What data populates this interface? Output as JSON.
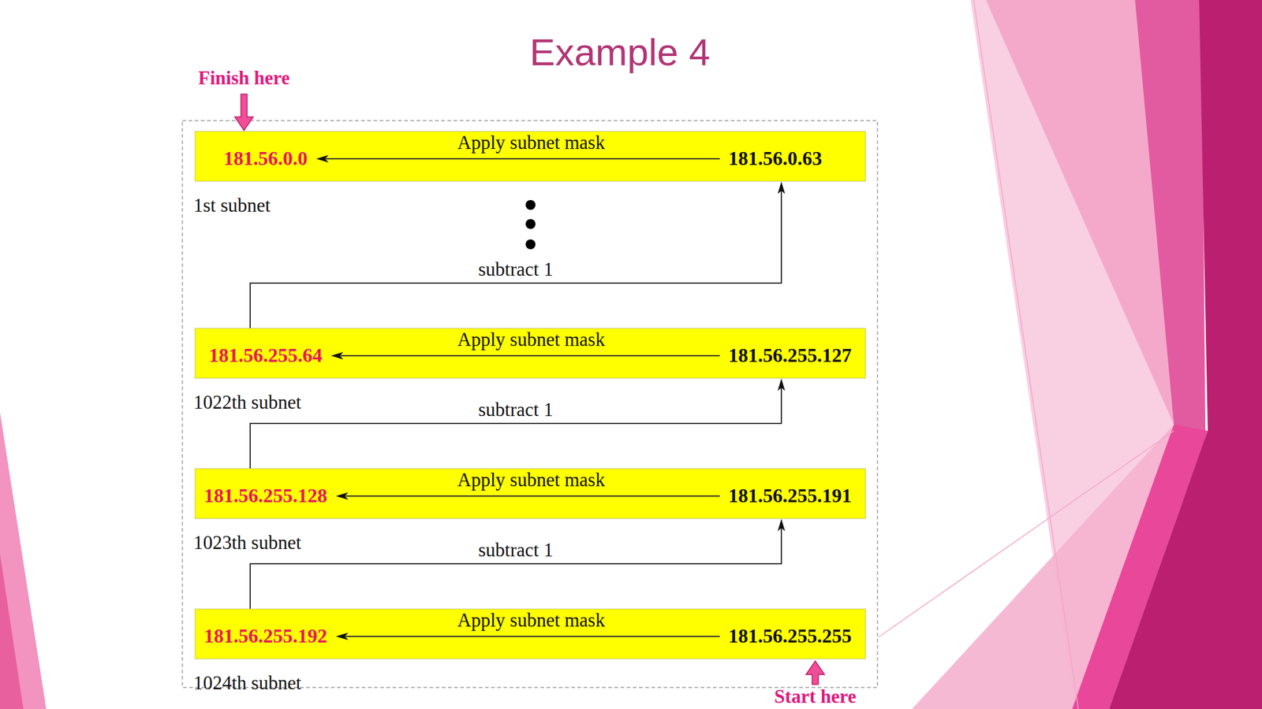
{
  "diagram": {
    "title": "Example 4",
    "nodes": [
      {
        "text": [
          "181.56.0.0",
          "Apply subnet mask",
          "181.56.0.63",
          "1st subnet"
        ]
      },
      {
        "text": [
          "181.56.255.64",
          "Apply subnet mask",
          "181.56.255.127",
          "1022th subnet"
        ]
      },
      {
        "text": [
          "181.56.255.128",
          "Apply subnet mask",
          "181.56.255.191",
          "1023th subnet"
        ]
      },
      {
        "text": [
          "181.56.255.192",
          "Apply subnet mask",
          "181.56.255.255",
          "1024th subnet"
        ]
      }
    ],
    "edges": [
      {
        "from": 1,
        "to": 0,
        "arrow": "to",
        "label": "subtract 1"
      },
      {
        "from": 2,
        "to": 1,
        "arrow": "to",
        "label": "subtract 1"
      },
      {
        "from": 3,
        "to": 2,
        "arrow": "to",
        "label": "subtract 1"
      }
    ],
    "labels": [
      "Finish here",
      "Start here"
    ]
  }
}
